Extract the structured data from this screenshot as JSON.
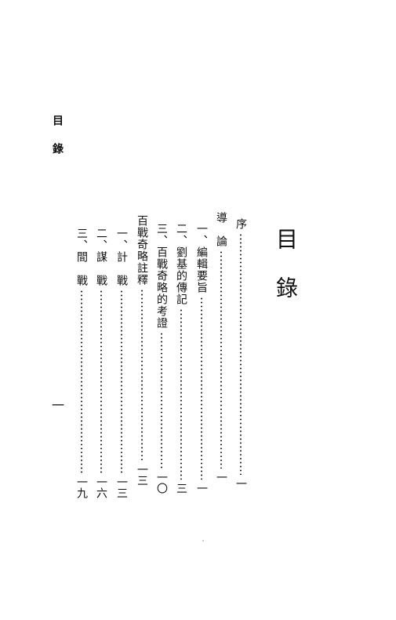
{
  "running_head": "目錄",
  "folio": "一",
  "heading": "目錄",
  "entries": [
    {
      "title": "序",
      "page": "一"
    },
    {
      "title": "導　論",
      "page": "一"
    },
    {
      "title": "一、編輯要旨",
      "page": "一"
    },
    {
      "title": "二、劉基的傳記",
      "page": "三"
    },
    {
      "title": "三、百戰奇略的考證",
      "page": "一〇"
    }
  ],
  "section": {
    "title": "百戰奇略註釋",
    "entries": [
      {
        "title": "一、計　戰",
        "page": "一三"
      },
      {
        "title": "二、謀　戰",
        "page": "一六"
      },
      {
        "title": "三、間　戰",
        "page": "一九"
      }
    ]
  }
}
